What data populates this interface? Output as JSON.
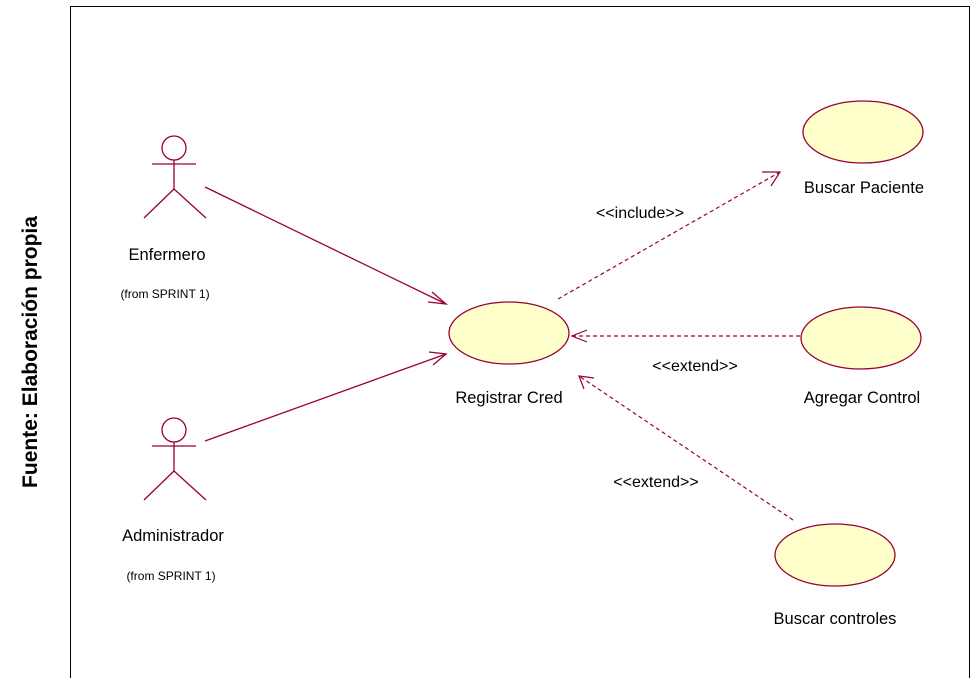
{
  "caption": "Fuente: Elaboración propia",
  "colors": {
    "line": "#990033",
    "usecase_fill": "#ffffcc",
    "text": "#000000"
  },
  "actors": [
    {
      "name": "Enfermero",
      "origin": "(from SPRINT 1)"
    },
    {
      "name": "Administrador",
      "origin": "(from SPRINT 1)"
    }
  ],
  "use_cases": [
    {
      "name": "Registrar Cred"
    },
    {
      "name": "Buscar Paciente"
    },
    {
      "name": "Agregar Control"
    },
    {
      "name": "Buscar controles"
    }
  ],
  "relations": [
    {
      "from": "Enfermero",
      "to": "Registrar Cred",
      "type": "association"
    },
    {
      "from": "Administrador",
      "to": "Registrar Cred",
      "type": "association"
    },
    {
      "from": "Registrar Cred",
      "to": "Buscar Paciente",
      "type": "include",
      "label": "<<include>>"
    },
    {
      "from": "Agregar Control",
      "to": "Registrar Cred",
      "type": "extend",
      "label": "<<extend>>"
    },
    {
      "from": "Buscar controles",
      "to": "Registrar Cred",
      "type": "extend",
      "label": "<<extend>>"
    }
  ]
}
